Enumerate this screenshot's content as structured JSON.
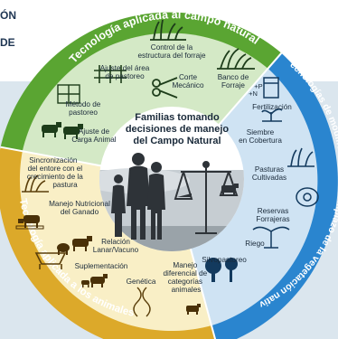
{
  "edge_text": [
    "ÓN",
    "DE"
  ],
  "center_title": [
    "Familias tomando",
    "decisiones de manejo",
    "del Campo Natural"
  ],
  "ring_titles": {
    "top": "Tecnología aplicada al campo natural",
    "right": "Tecnologías de modificación o reemplazo de la vegetación nativa",
    "left": "Tecnología aplicada a los animales"
  },
  "green_items": [
    [
      "Control de la",
      "estructura del forraje"
    ],
    [
      "Ajuste del área",
      "de pastoreo"
    ],
    [
      "Corte",
      "Mecánico"
    ],
    [
      "Banco de",
      "Forraje"
    ],
    [
      "Método de",
      "pastoreo"
    ],
    [
      "Ajuste de",
      "Carga Animal"
    ]
  ],
  "blue_items": [
    [
      "Fertilización"
    ],
    [
      "Siembre",
      "en Cobertura"
    ],
    [
      "Pasturas",
      "Cultivadas"
    ],
    [
      "Reservas",
      "Forrajeras"
    ],
    [
      "Riego"
    ],
    [
      "Silvopastoreo"
    ]
  ],
  "fertilizer_marks": [
    "+P",
    "+N"
  ],
  "yellow_items": [
    [
      "Sincronización",
      "del entore con el",
      "crecimiento de la",
      "pastura"
    ],
    [
      "Manejo Nutricional",
      "del Ganado"
    ],
    [
      "Relación",
      "Lanar/Vacuno"
    ],
    [
      "Suplementación"
    ],
    [
      "Genética"
    ],
    [
      "Manejo",
      "diferencial de",
      "categorías",
      "animales"
    ]
  ],
  "colors": {
    "green_ring": "#5aa532",
    "blue_ring": "#2a85cf",
    "yellow_ring": "#dca92a",
    "green_sector": "#d4e9c6",
    "blue_sector": "#cfe3f3",
    "yellow_sector": "#f9efc6",
    "center": "#ffffff",
    "text_dark": "#1a2a3a"
  },
  "icons": [
    "fence-icon",
    "grass-icon",
    "scissors-icon",
    "grass-bank-icon",
    "paddock-grid-icon",
    "cattle-icon",
    "fertilizer-bag-icon",
    "sprout-icon",
    "cultivated-grass-icon",
    "hay-bale-icon",
    "sprinkler-icon",
    "trees-icon",
    "calendar-grass-icon",
    "feeding-cattle-icon",
    "cow-sheep-icon",
    "feed-trough-icon",
    "dna-icon",
    "cow-calf-icon",
    "family-silhouette",
    "balance-scale-icon"
  ]
}
